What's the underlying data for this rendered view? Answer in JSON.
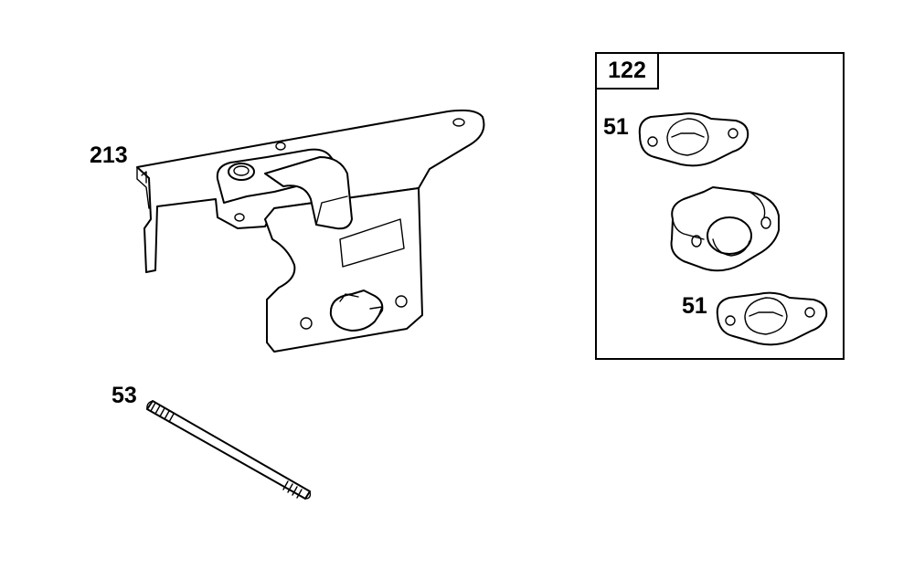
{
  "callouts": {
    "bracket": "213",
    "stud": "53",
    "kit": "122",
    "gasket_top": "51",
    "gasket_bottom": "51"
  }
}
